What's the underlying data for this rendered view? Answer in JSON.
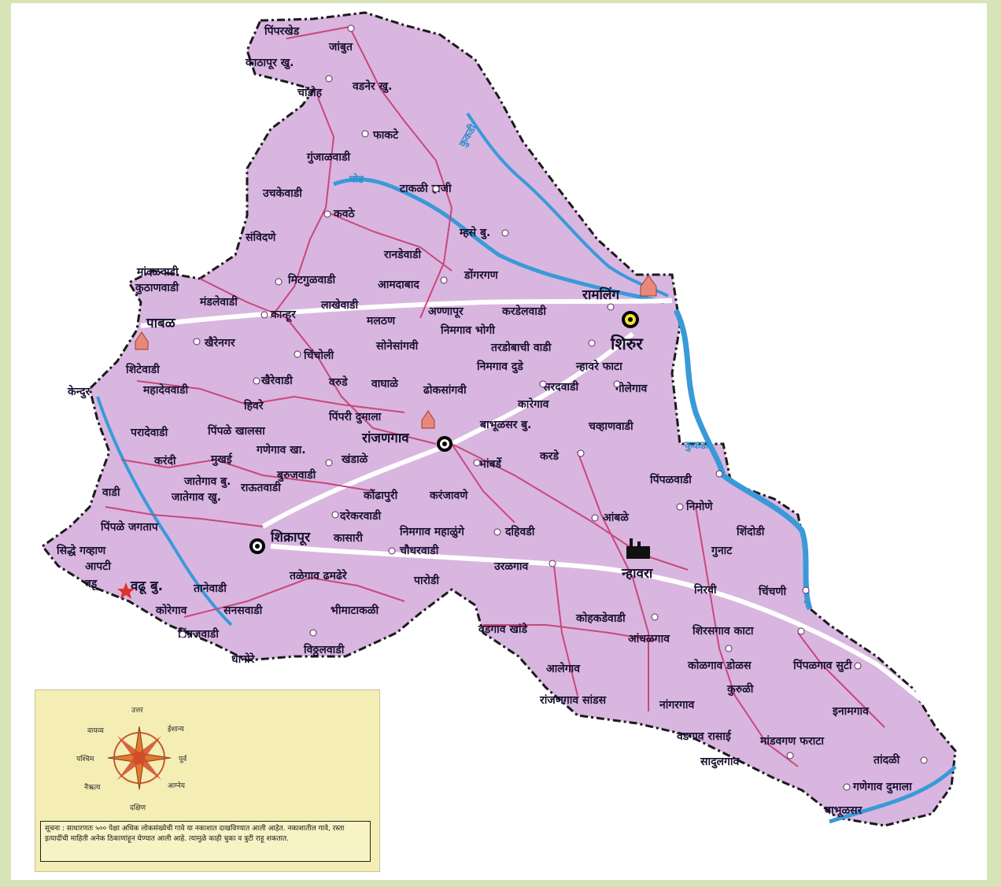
{
  "colors": {
    "district_fill": "#d9b6e0",
    "road": "#c9477a",
    "highway": "#ffffff",
    "river": "#3a9ad8",
    "boundary": "#1a1a1a",
    "legend_bg": "#f4eeb5",
    "page_bg": "#d6e4b8"
  },
  "icons": [
    "temple-icon",
    "taluka-hq-icon",
    "factory-icon",
    "war-memorial-star-icon",
    "compass-rose-icon"
  ],
  "rivers": [
    {
      "id": "ghod",
      "label": "घोड"
    },
    {
      "id": "kukdi-north",
      "label": "कुकडी"
    },
    {
      "id": "kukdi-east",
      "label": "कुकडा"
    }
  ],
  "towns": [
    {
      "id": "shirur",
      "label": "शिरुर",
      "type": "hq"
    },
    {
      "id": "ranjangaon",
      "label": "रांजणगाव",
      "type": "town"
    },
    {
      "id": "shikrapur",
      "label": "शिक्रापूर",
      "type": "town"
    },
    {
      "id": "nhavara",
      "label": "न्हावरा",
      "type": "town"
    },
    {
      "id": "pabal",
      "label": "पाबळ",
      "type": "town"
    },
    {
      "id": "ramling",
      "label": "रामलिंग",
      "type": "town"
    },
    {
      "id": "vadhu",
      "label": "वढू बु.",
      "type": "town"
    }
  ],
  "villages": [
    "पिंपरखेड",
    "जांबुत",
    "काठापूर खु.",
    "चांडोह",
    "वडनेर खु.",
    "फाकटे",
    "गुंजाळवाडी",
    "टाकळी हाजी",
    "उचकेवाडी",
    "कवठे",
    "संविदणे",
    "म्हसे बु.",
    "रानडेवाडी",
    "डोंगरगण",
    "मांदळवाडी",
    "कुठाणवाडी",
    "मिटगुळवाडी",
    "आमदाबाद",
    "मंडलेवाडी",
    "कान्हूर",
    "लाखेवाडी",
    "मलठण",
    "अण्णापूर",
    "करडेलवाडी",
    "निमगाव भोगी",
    "तरडोबाची वाडी",
    "खैरेनगर",
    "चिंचोली",
    "सोनेसांगवी",
    "निमगाव दुडे",
    "न्हावरे फाटा",
    "शिटेवाडी",
    "केन्दुर",
    "महादेववाडी",
    "खैरेवाडी",
    "वरुडे",
    "वाघाळे",
    "ढोकसांगवी",
    "सरदवाडी",
    "गोलेगाव",
    "हिवरे",
    "पिंपरी दुमाला",
    "कारेगाव",
    "परादेवाडी",
    "पिंपळे खालसा",
    "बाभूळसर बु.",
    "चव्हाणवाडी",
    "गणेगाव खा.",
    "करंदी",
    "मुखई",
    "खंडाळे",
    "भांबर्डे",
    "करडे",
    "जातेगाव बु.",
    "बुरुजवाडी",
    "पिंपळवाडी",
    "जातेगाव खु.",
    "राऊतवाडी",
    "कोंढापुरी",
    "करंजावणे",
    "निमोणे",
    "पिंपळे जगताप",
    "दरेकरवाडी",
    "आंबळे",
    "निमगाव महाळुंगे",
    "दहिवडी",
    "शिंदोडी",
    "सिद्धे गव्हाण",
    "कासारी",
    "चौधरवाडी",
    "गुनाट",
    "आपटी",
    "तळेगाव ढमढेरे",
    "पारोडी",
    "उरळगाव",
    "निरवी",
    "चिंचणी",
    "तानेवाडी",
    "कोरेगाव",
    "सनसवाडी",
    "भीमाटाकळी",
    "कोहकडेवाडी",
    "डिंग्रजवाडी",
    "वडगाव खांडे",
    "शिरसगाव काटा",
    "आंधळगाव",
    "विठ्ठलवाडी",
    "धानोरे",
    "आलेगाव",
    "कोळगाव डोळस",
    "पिंपळगाव सुटी",
    "कुरुळी",
    "रांजणगाव सांडस",
    "नांगरगाव",
    "इनामगाव",
    "वडगाव रासाई",
    "मांडवगण फराटा",
    "सादुलगाव",
    "तांदळी",
    "गणेगाव दुमाला",
    "बाभूळसर",
    "वडू",
    "वाडी"
  ],
  "legend": {
    "compass": {
      "north": "उत्तर",
      "northeast": "ईशान्य",
      "east": "पूर्व",
      "southeast": "आग्नेय",
      "south": "दक्षिण",
      "southwest": "नैऋत्य",
      "west": "पश्चिम",
      "northwest": "वायव्य"
    },
    "note": "सूचना : साधारणतः ५०० पेक्षा अधिक लोकसंख्येची गावे या नकाशात दाखविण्यात आली आहेत. नकाशातील गावे, रस्ता इत्यादींची माहिती अनेक ठिकाणांहून घेण्यात आली आहे. त्यामुळे काही चुका व त्रुटी राहू शकतात."
  }
}
